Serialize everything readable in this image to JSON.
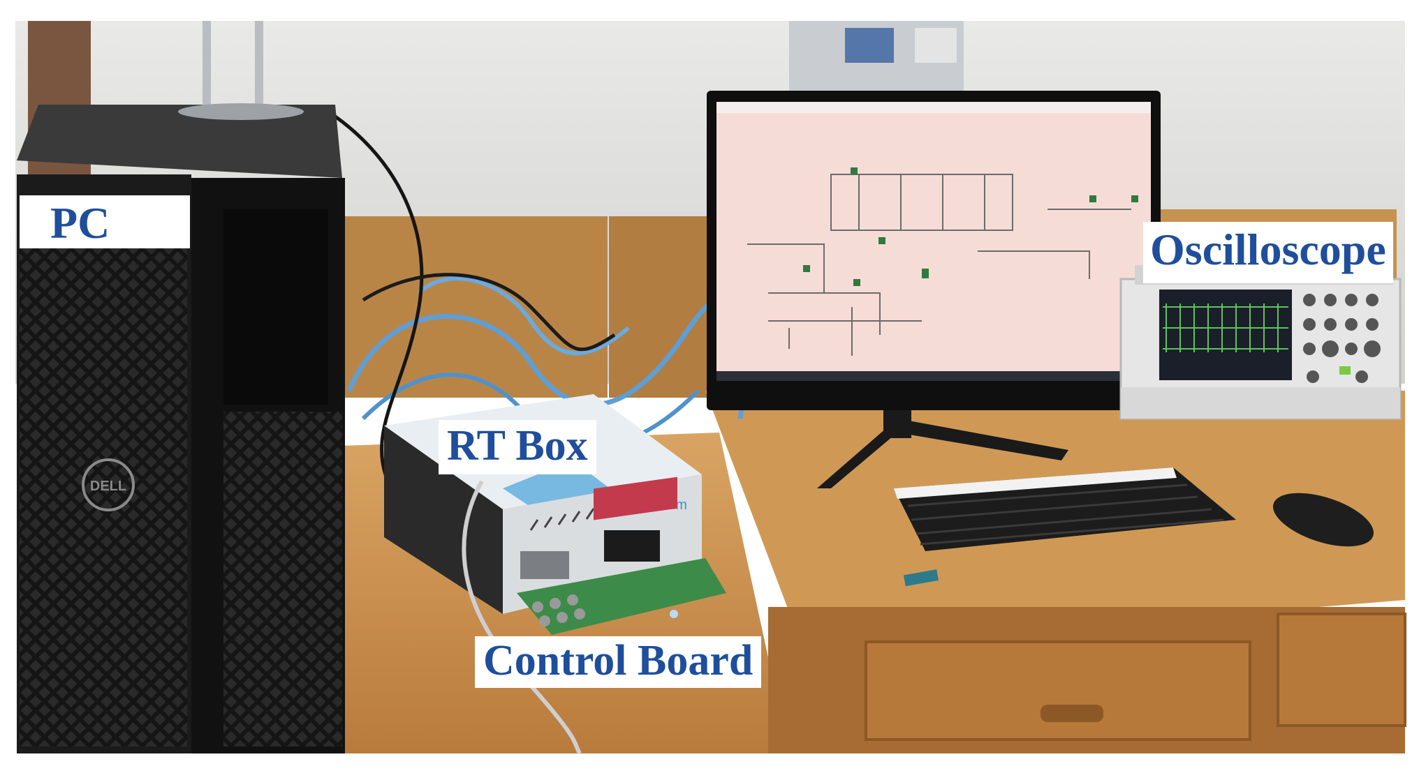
{
  "labels": {
    "pc": "PC",
    "oscilloscope": "Oscilloscope",
    "rt_box": "RT Box",
    "control_board": "Control Board"
  },
  "device_text": {
    "pc_logo": "DELL",
    "rt_box_brand": "plexim"
  },
  "colors": {
    "label_text": "#1f4e9c",
    "label_bg": "#ffffff",
    "desk": "#c98f4a",
    "wall": "#dcdcda",
    "monitor_screen": "#f6dcd6",
    "cable_blue": "#5d9fd6"
  }
}
